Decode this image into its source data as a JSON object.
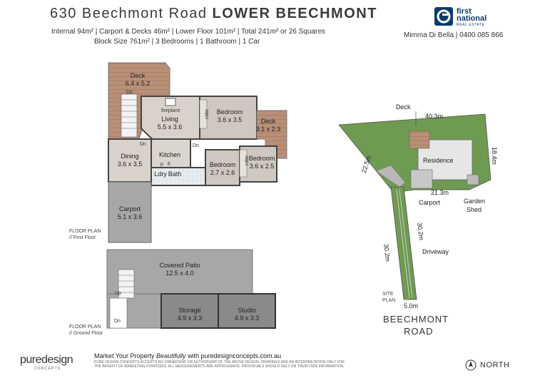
{
  "header": {
    "address": "630 Beechmont Road",
    "suburb": "LOWER BEECHMONT",
    "stats_line1": "Internal 94m²   |   Carport & Decks 46m²   |   Lower Floor 101m²   |   Total 241m² or 26 Squares",
    "stats_line2": "Block Size 761m²   |   3 Bedrooms   |   1 Bathroom   |   1 Car"
  },
  "brand": {
    "name_line1": "first",
    "name_line2": "national",
    "sub": "REAL ESTATE",
    "agent": "Mimma Di Bella | 0400 085 866",
    "color": "#0c3b6e"
  },
  "first_floor": {
    "label": "FLOOR PLAN",
    "sublabel": "// First Floor",
    "rooms": {
      "deck_top": "Deck",
      "deck_top_dim": "6.4 x 5.2",
      "living": "Living",
      "living_dim": "5.5 x 3.6",
      "fireplace": "fireplace",
      "bedroom1": "Bedroom",
      "bedroom1_dim": "3.6 x 3.5",
      "deck_right": "Deck",
      "deck_right_dim": "3.1 x 2.3",
      "dining": "Dining",
      "dining_dim": "3.6 x 3.5",
      "kitchen": "Kitchen",
      "bedroom2": "Bedroom",
      "bedroom2_dim": "2.7 x 2.6",
      "bedroom3": "Bedroom",
      "bedroom3_dim": "3.6 x 2.5",
      "ldry": "Ldry",
      "bath": "Bath",
      "carport": "Carport",
      "carport_dim": "5.1 x 3.6",
      "robe": "robe",
      "dn": "Dn",
      "p": "p",
      "fr": "fr"
    }
  },
  "ground_floor": {
    "label": "FLOOR PLAN",
    "sublabel": "// Ground Floor",
    "rooms": {
      "patio": "Covered Patio",
      "patio_dim": "12.5 x 4.0",
      "storage": "Storage",
      "storage_dim": "4.9 x 3.3",
      "studio": "Studio",
      "studio_dim": "4.9 x 3.3",
      "up": "Up",
      "dn": "Dn"
    }
  },
  "site_plan": {
    "label_line1": "SITE",
    "label_line2": "PLAN",
    "deck": "Deck",
    "residence": "Residence",
    "carport": "Carport",
    "garden_line1": "Garden",
    "garden_line2": "Shed",
    "driveway": "Driveway",
    "d_top": "40.3m",
    "d_right": "18.4m",
    "d_left": "22.5m",
    "d_inner": "21.3m",
    "d_drive_left": "30.2m",
    "d_drive_right": "30.2m",
    "d_bottom": "5.0m",
    "road_line1": "BEECHMONT",
    "road_line2": "ROAD",
    "land_color": "#6f9a52"
  },
  "footer": {
    "logo": "puredesign",
    "logo_sub": "CONCEPTS",
    "tagline_a": "Market Your Property ",
    "tagline_b": "Beautifully",
    "tagline_c": " with puredesignconcepts.com.au",
    "disclaimer": "Pure Design Concepts accepts no ownership or authorship of the above design. Drawings are an interpretation only for the benefit of marketing purposes. All measurements are approximate. Individuals should rely on their own information.",
    "north": "NORTH"
  }
}
